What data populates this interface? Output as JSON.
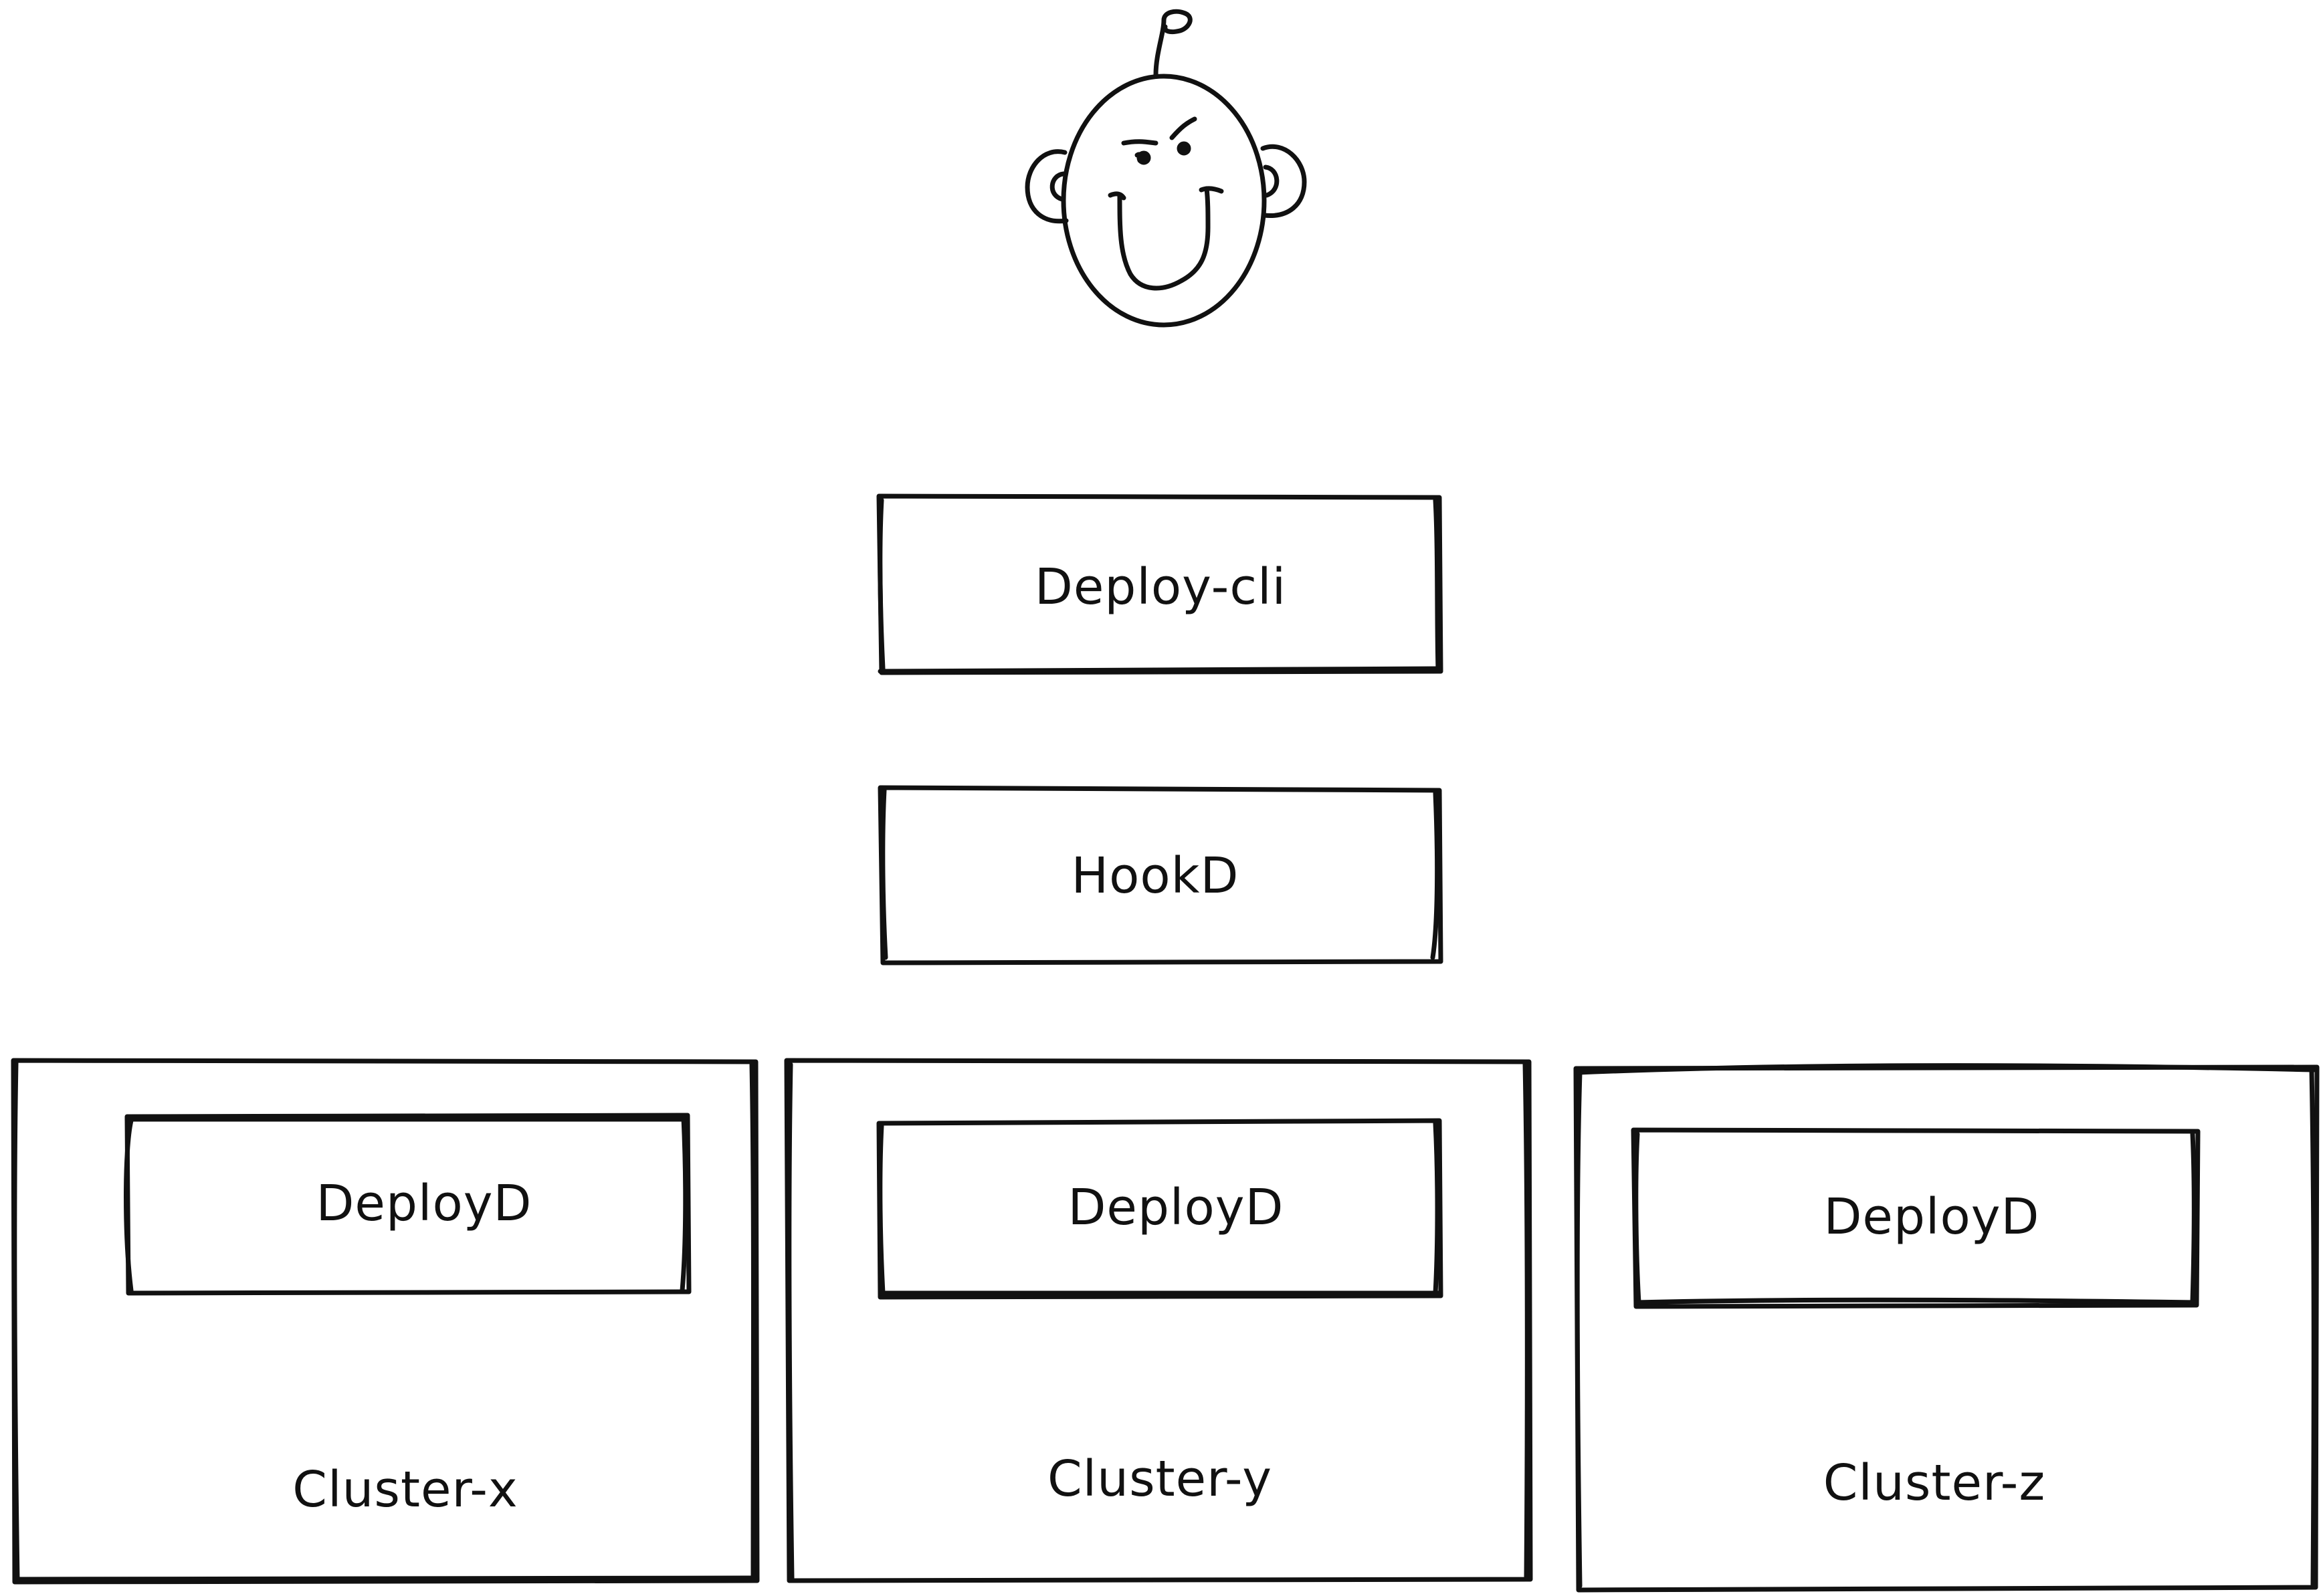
{
  "diagram": {
    "stroke_color": "#111111",
    "background": "#ffffff",
    "user": {
      "icon": "user-face-icon"
    },
    "deploy_cli": {
      "label": "Deploy-cli"
    },
    "hookd": {
      "label": "HookD"
    },
    "clusters": [
      {
        "name": "Cluster-x",
        "service": "DeployD"
      },
      {
        "name": "Cluster-y",
        "service": "DeployD"
      },
      {
        "name": "Cluster-z",
        "service": "DeployD"
      }
    ]
  }
}
